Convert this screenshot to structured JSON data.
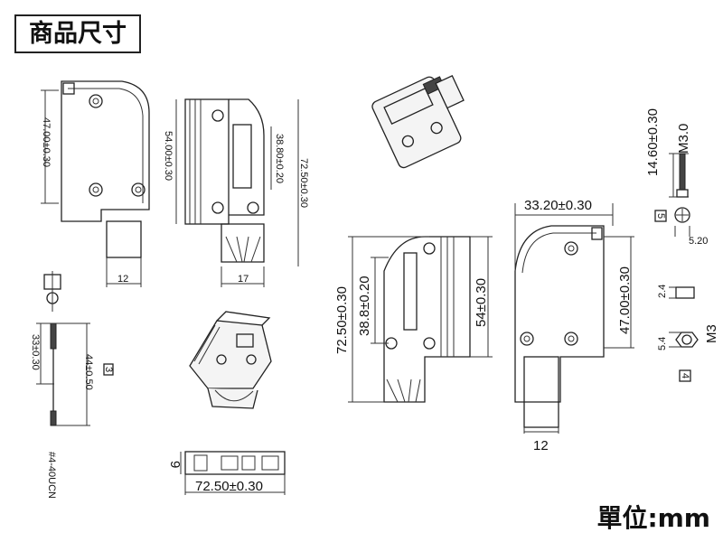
{
  "title": "商品尺寸",
  "unit": "單位:mm",
  "dimensions": {
    "view1_height": "47.00±0.30",
    "view1_width": "12",
    "view2_height": "54.00±0.30",
    "view2_inner": "38.80±0.20",
    "view2_total": "72.50±0.30",
    "view2_width": "17",
    "screw_len": "33±0.30",
    "screw_total": "44±0.50",
    "screw_thread": "#4-40UCN",
    "screw_tag": "3",
    "bottom_thickness": "9",
    "bottom_len": "72.50±0.30",
    "big_total": "72.50±0.30",
    "big_inner": "38.8±0.20",
    "big_height": "54±0.30",
    "right_top": "33.20±0.30",
    "right_height": "47.00±0.30",
    "right_width": "12",
    "bolt_len": "14.60±0.30",
    "bolt_spec": "M3.0",
    "bolt_head": "5.20",
    "bolt_tag": "5",
    "nut_thick": "2.4",
    "nut_width": "5.4",
    "nut_spec": "M3",
    "nut_tag": "4"
  }
}
